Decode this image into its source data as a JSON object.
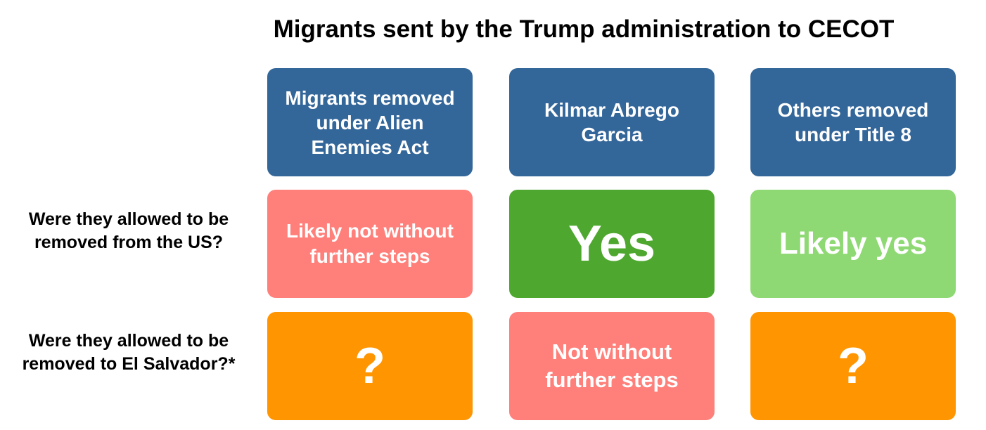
{
  "title": "Migrants sent by the Trump administration to CECOT",
  "row_labels": [
    "Were they allowed to be removed from the US?",
    "Were they allowed to be removed to El Salvador?*"
  ],
  "columns": [
    {
      "header": "Migrants removed under Alien Enemies Act"
    },
    {
      "header": "Kilmar Abrego Garcia"
    },
    {
      "header": "Others removed under Title 8"
    }
  ],
  "cells": {
    "removed_from_us": [
      "Likely not without further steps",
      "Yes",
      "Likely yes"
    ],
    "removed_to_el_salvador": [
      "?",
      "Not without further steps",
      "?"
    ]
  },
  "colors": {
    "header_blue": "#336699",
    "salmon": "#FF7F7A",
    "dark_green": "#4EA72E",
    "light_green": "#8ED973",
    "orange": "#FF9500"
  }
}
